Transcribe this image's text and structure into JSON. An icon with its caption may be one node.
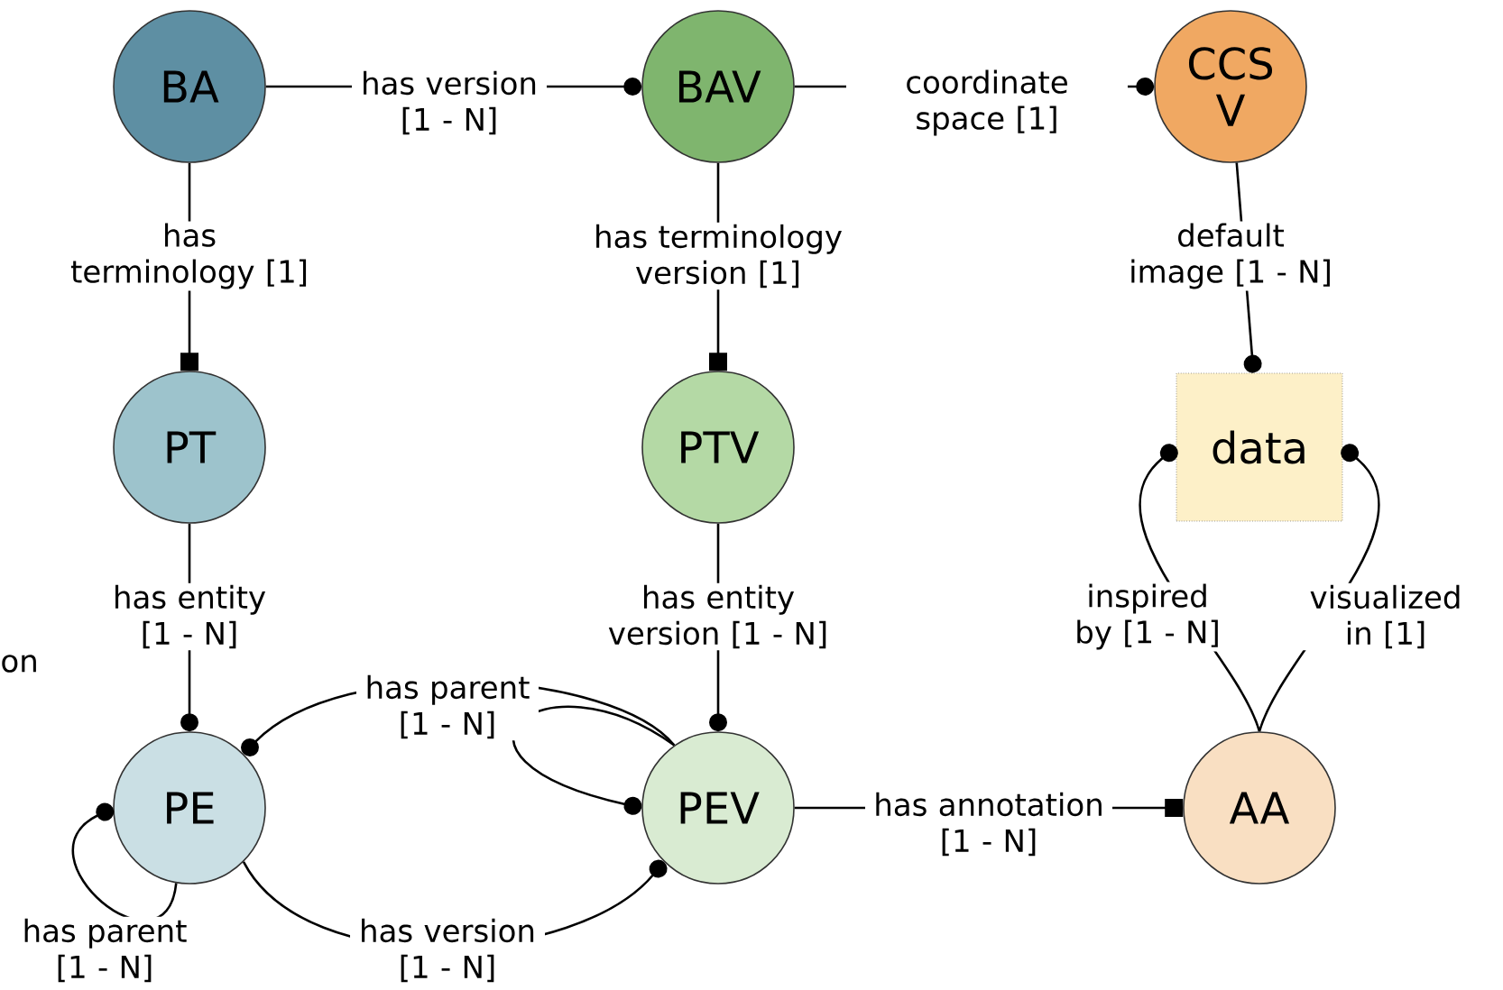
{
  "diagram": {
    "nodes": [
      {
        "text": [
          "BA"
        ]
      },
      {
        "text": [
          "BAV"
        ]
      },
      {
        "text": [
          "CCS V"
        ]
      },
      {
        "text": [
          "PT"
        ]
      },
      {
        "text": [
          "PTV"
        ]
      },
      {
        "text": [
          "data"
        ]
      },
      {
        "text": [
          "PE"
        ]
      },
      {
        "text": [
          "PEV"
        ]
      },
      {
        "text": [
          "AA"
        ]
      }
    ],
    "edges": [
      {
        "from": 0,
        "to": 1,
        "arrow": "other",
        "label": "has version [1 - N]"
      },
      {
        "from": 1,
        "to": 2,
        "arrow": "other",
        "label": "coordinate space [1]"
      },
      {
        "from": 0,
        "to": 3,
        "arrow": "other",
        "label": "has terminology [1]"
      },
      {
        "from": 1,
        "to": 4,
        "arrow": "other",
        "label": "has terminology version [1]"
      },
      {
        "from": 2,
        "to": 5,
        "arrow": "other",
        "label": "default image [1 - N]"
      },
      {
        "from": 3,
        "to": 6,
        "arrow": "other",
        "label": "has entity [1 - N]"
      },
      {
        "from": 4,
        "to": 7,
        "arrow": "other",
        "label": "has entity version [1 - N]"
      },
      {
        "from": 7,
        "to": 6,
        "arrow": "other",
        "label": "has parent [1 - N]"
      },
      {
        "from": 7,
        "to": 7,
        "arrow": "other"
      },
      {
        "from": 6,
        "to": 6,
        "arrow": "other",
        "label": "has parent [1 - N]"
      },
      {
        "from": 6,
        "to": 7,
        "arrow": "other",
        "label": "has version [1 - N]"
      },
      {
        "from": 7,
        "to": 8,
        "arrow": "other",
        "label": "has annotation [1 - N]"
      },
      {
        "from": 8,
        "to": 5,
        "arrow": "other",
        "label": "inspired by [1 - N]"
      },
      {
        "from": 8,
        "to": 5,
        "arrow": "other",
        "label": "visualized in [1]"
      }
    ],
    "labels": [
      "on"
    ]
  }
}
